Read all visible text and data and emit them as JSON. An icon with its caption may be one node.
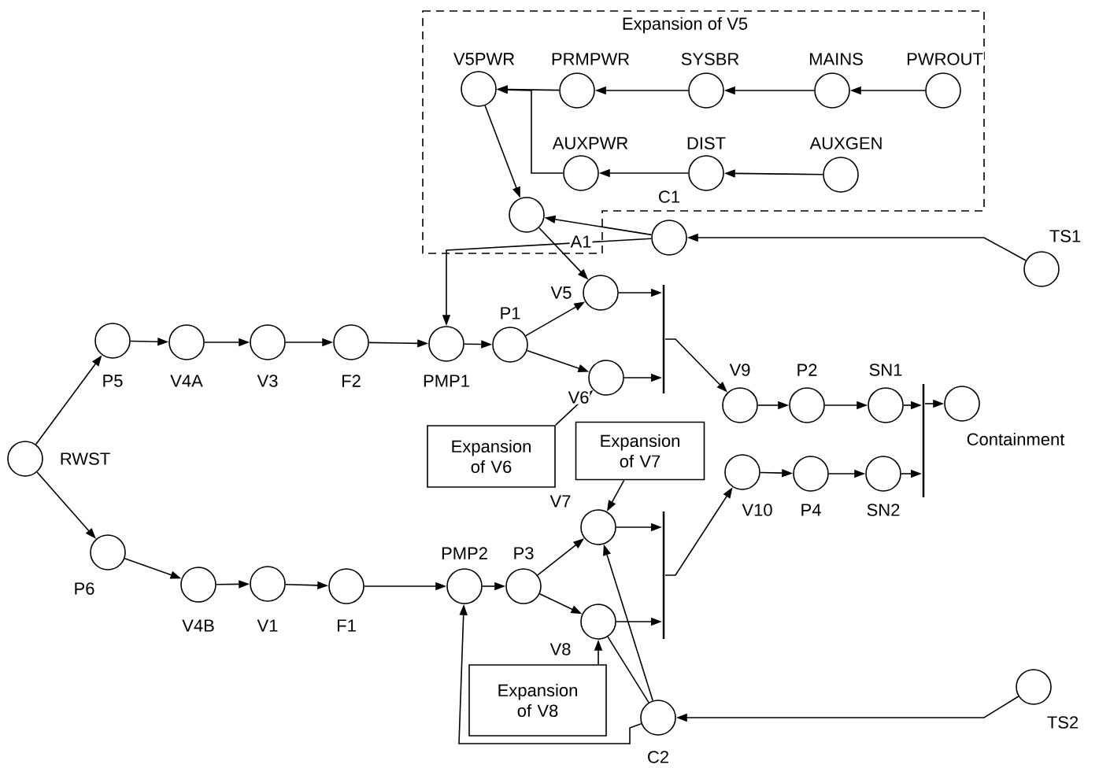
{
  "diagram": {
    "nodes": [
      {
        "text": [
          "Expansion of V5"
        ]
      },
      {
        "text": [],
        "shape": "circle",
        "beside": [
          "V5PWR"
        ],
        "in": 0
      },
      {
        "text": [],
        "shape": "circle",
        "beside": [
          "PRMPWR"
        ],
        "in": 0
      },
      {
        "text": [],
        "shape": "circle",
        "beside": [
          "SYSBR"
        ],
        "in": 0
      },
      {
        "text": [],
        "shape": "circle",
        "beside": [
          "MAINS"
        ],
        "in": 0
      },
      {
        "text": [],
        "shape": "circle",
        "beside": [
          "PWROUT"
        ],
        "in": 0
      },
      {
        "text": [],
        "shape": "circle",
        "beside": [
          "AUXPWR"
        ],
        "in": 0
      },
      {
        "text": [],
        "shape": "circle",
        "beside": [
          "DIST"
        ],
        "in": 0
      },
      {
        "text": [],
        "shape": "circle",
        "beside": [
          "AUXGEN"
        ],
        "in": 0
      },
      {
        "text": [],
        "shape": "circle",
        "beside": [
          "A1"
        ],
        "in": 0
      },
      {
        "text": [],
        "shape": "circle",
        "beside": [
          "C1"
        ]
      },
      {
        "text": [],
        "shape": "circle",
        "beside": [
          "TS1"
        ]
      },
      {
        "text": [],
        "shape": "circle",
        "beside": [
          "P5"
        ]
      },
      {
        "text": [],
        "shape": "circle",
        "beside": [
          "V4A"
        ]
      },
      {
        "text": [],
        "shape": "circle",
        "beside": [
          "V3"
        ]
      },
      {
        "text": [],
        "shape": "circle",
        "beside": [
          "F2"
        ]
      },
      {
        "text": [],
        "shape": "circle",
        "beside": [
          "PMP1"
        ]
      },
      {
        "text": [],
        "shape": "circle",
        "beside": [
          "P1"
        ]
      },
      {
        "text": [],
        "shape": "circle",
        "beside": [
          "V5"
        ]
      },
      {
        "text": [],
        "shape": "circle",
        "beside": [
          "V6"
        ]
      },
      {
        "text": [],
        "shape": "bar"
      },
      {
        "text": [],
        "shape": "circle",
        "beside": [
          "V9"
        ]
      },
      {
        "text": [],
        "shape": "circle",
        "beside": [
          "P2"
        ]
      },
      {
        "text": [],
        "shape": "circle",
        "beside": [
          "SN1"
        ]
      },
      {
        "text": [],
        "shape": "bar"
      },
      {
        "text": [],
        "shape": "circle",
        "beside": [
          "Containment"
        ]
      },
      {
        "text": [],
        "shape": "circle",
        "beside": [
          "RWST"
        ]
      },
      {
        "text": [
          "Expansion of V6"
        ]
      },
      {
        "text": [
          "Expansion of V7"
        ]
      },
      {
        "text": [],
        "shape": "circle",
        "beside": [
          "V10"
        ]
      },
      {
        "text": [],
        "shape": "circle",
        "beside": [
          "P4"
        ]
      },
      {
        "text": [],
        "shape": "circle",
        "beside": [
          "SN2"
        ]
      },
      {
        "text": [],
        "shape": "circle",
        "beside": [
          "V7"
        ]
      },
      {
        "text": [],
        "shape": "circle",
        "beside": [
          "P6"
        ]
      },
      {
        "text": [],
        "shape": "circle",
        "beside": [
          "PMP2"
        ]
      },
      {
        "text": [],
        "shape": "circle",
        "beside": [
          "P3"
        ]
      },
      {
        "text": [],
        "shape": "circle",
        "beside": [
          "V4B"
        ]
      },
      {
        "text": [],
        "shape": "circle",
        "beside": [
          "V1"
        ]
      },
      {
        "text": [],
        "shape": "circle",
        "beside": [
          "F1"
        ]
      },
      {
        "text": [],
        "shape": "bar"
      },
      {
        "text": [],
        "shape": "circle",
        "beside": [
          "V8"
        ]
      },
      {
        "text": [
          "Expansion of V8"
        ]
      },
      {
        "text": [],
        "shape": "circle",
        "beside": [
          "C2"
        ]
      },
      {
        "text": [],
        "shape": "circle",
        "beside": [
          "TS2"
        ]
      }
    ],
    "edges": [
      {
        "from": 5,
        "to": 4,
        "arrow": "to"
      },
      {
        "from": 4,
        "to": 3,
        "arrow": "to"
      },
      {
        "from": 3,
        "to": 2,
        "arrow": "to"
      },
      {
        "from": 2,
        "to": 1,
        "arrow": "to"
      },
      {
        "from": 8,
        "to": 7,
        "arrow": "to"
      },
      {
        "from": 7,
        "to": 6,
        "arrow": "to"
      },
      {
        "from": 6,
        "to": 1,
        "arrow": "to"
      },
      {
        "from": 1,
        "to": 9,
        "arrow": "to"
      },
      {
        "from": 10,
        "to": 9,
        "arrow": "to"
      },
      {
        "from": 9,
        "to": 18,
        "arrow": "to"
      },
      {
        "from": 10,
        "to": 16,
        "arrow": "to"
      },
      {
        "from": 11,
        "to": 10,
        "arrow": "to"
      },
      {
        "from": 26,
        "to": 12,
        "arrow": "to"
      },
      {
        "from": 12,
        "to": 13,
        "arrow": "to"
      },
      {
        "from": 13,
        "to": 14,
        "arrow": "to"
      },
      {
        "from": 14,
        "to": 15,
        "arrow": "to"
      },
      {
        "from": 15,
        "to": 16,
        "arrow": "to"
      },
      {
        "from": 16,
        "to": 17,
        "arrow": "to"
      },
      {
        "from": 17,
        "to": 18,
        "arrow": "to"
      },
      {
        "from": 17,
        "to": 19,
        "arrow": "to"
      },
      {
        "from": 27,
        "to": 19,
        "arrow": "to"
      },
      {
        "from": 18,
        "to": 20,
        "arrow": "to"
      },
      {
        "from": 19,
        "to": 20,
        "arrow": "to"
      },
      {
        "from": 20,
        "to": 21,
        "arrow": "to"
      },
      {
        "from": 21,
        "to": 22,
        "arrow": "to"
      },
      {
        "from": 22,
        "to": 23,
        "arrow": "to"
      },
      {
        "from": 23,
        "to": 24,
        "arrow": "to"
      },
      {
        "from": 24,
        "to": 25,
        "arrow": "to"
      },
      {
        "from": 29,
        "to": 30,
        "arrow": "to"
      },
      {
        "from": 30,
        "to": 31,
        "arrow": "to"
      },
      {
        "from": 31,
        "to": 24,
        "arrow": "to"
      },
      {
        "from": 28,
        "to": 32,
        "arrow": "to"
      },
      {
        "from": 26,
        "to": 33,
        "arrow": "to"
      },
      {
        "from": 33,
        "to": 36,
        "arrow": "to"
      },
      {
        "from": 36,
        "to": 37,
        "arrow": "to"
      },
      {
        "from": 37,
        "to": 38,
        "arrow": "to"
      },
      {
        "from": 38,
        "to": 34,
        "arrow": "to"
      },
      {
        "from": 34,
        "to": 35,
        "arrow": "to"
      },
      {
        "from": 35,
        "to": 32,
        "arrow": "to"
      },
      {
        "from": 35,
        "to": 40,
        "arrow": "to"
      },
      {
        "from": 32,
        "to": 39,
        "arrow": "to"
      },
      {
        "from": 40,
        "to": 39,
        "arrow": "to"
      },
      {
        "from": 39,
        "to": 29,
        "arrow": "to"
      },
      {
        "from": 41,
        "to": 40,
        "arrow": "to"
      },
      {
        "from": 42,
        "to": 32,
        "arrow": "to"
      },
      {
        "from": 42,
        "to": 40,
        "arrow": "none"
      },
      {
        "from": 42,
        "to": 34,
        "arrow": "to"
      },
      {
        "from": 43,
        "to": 42,
        "arrow": "to"
      }
    ]
  }
}
